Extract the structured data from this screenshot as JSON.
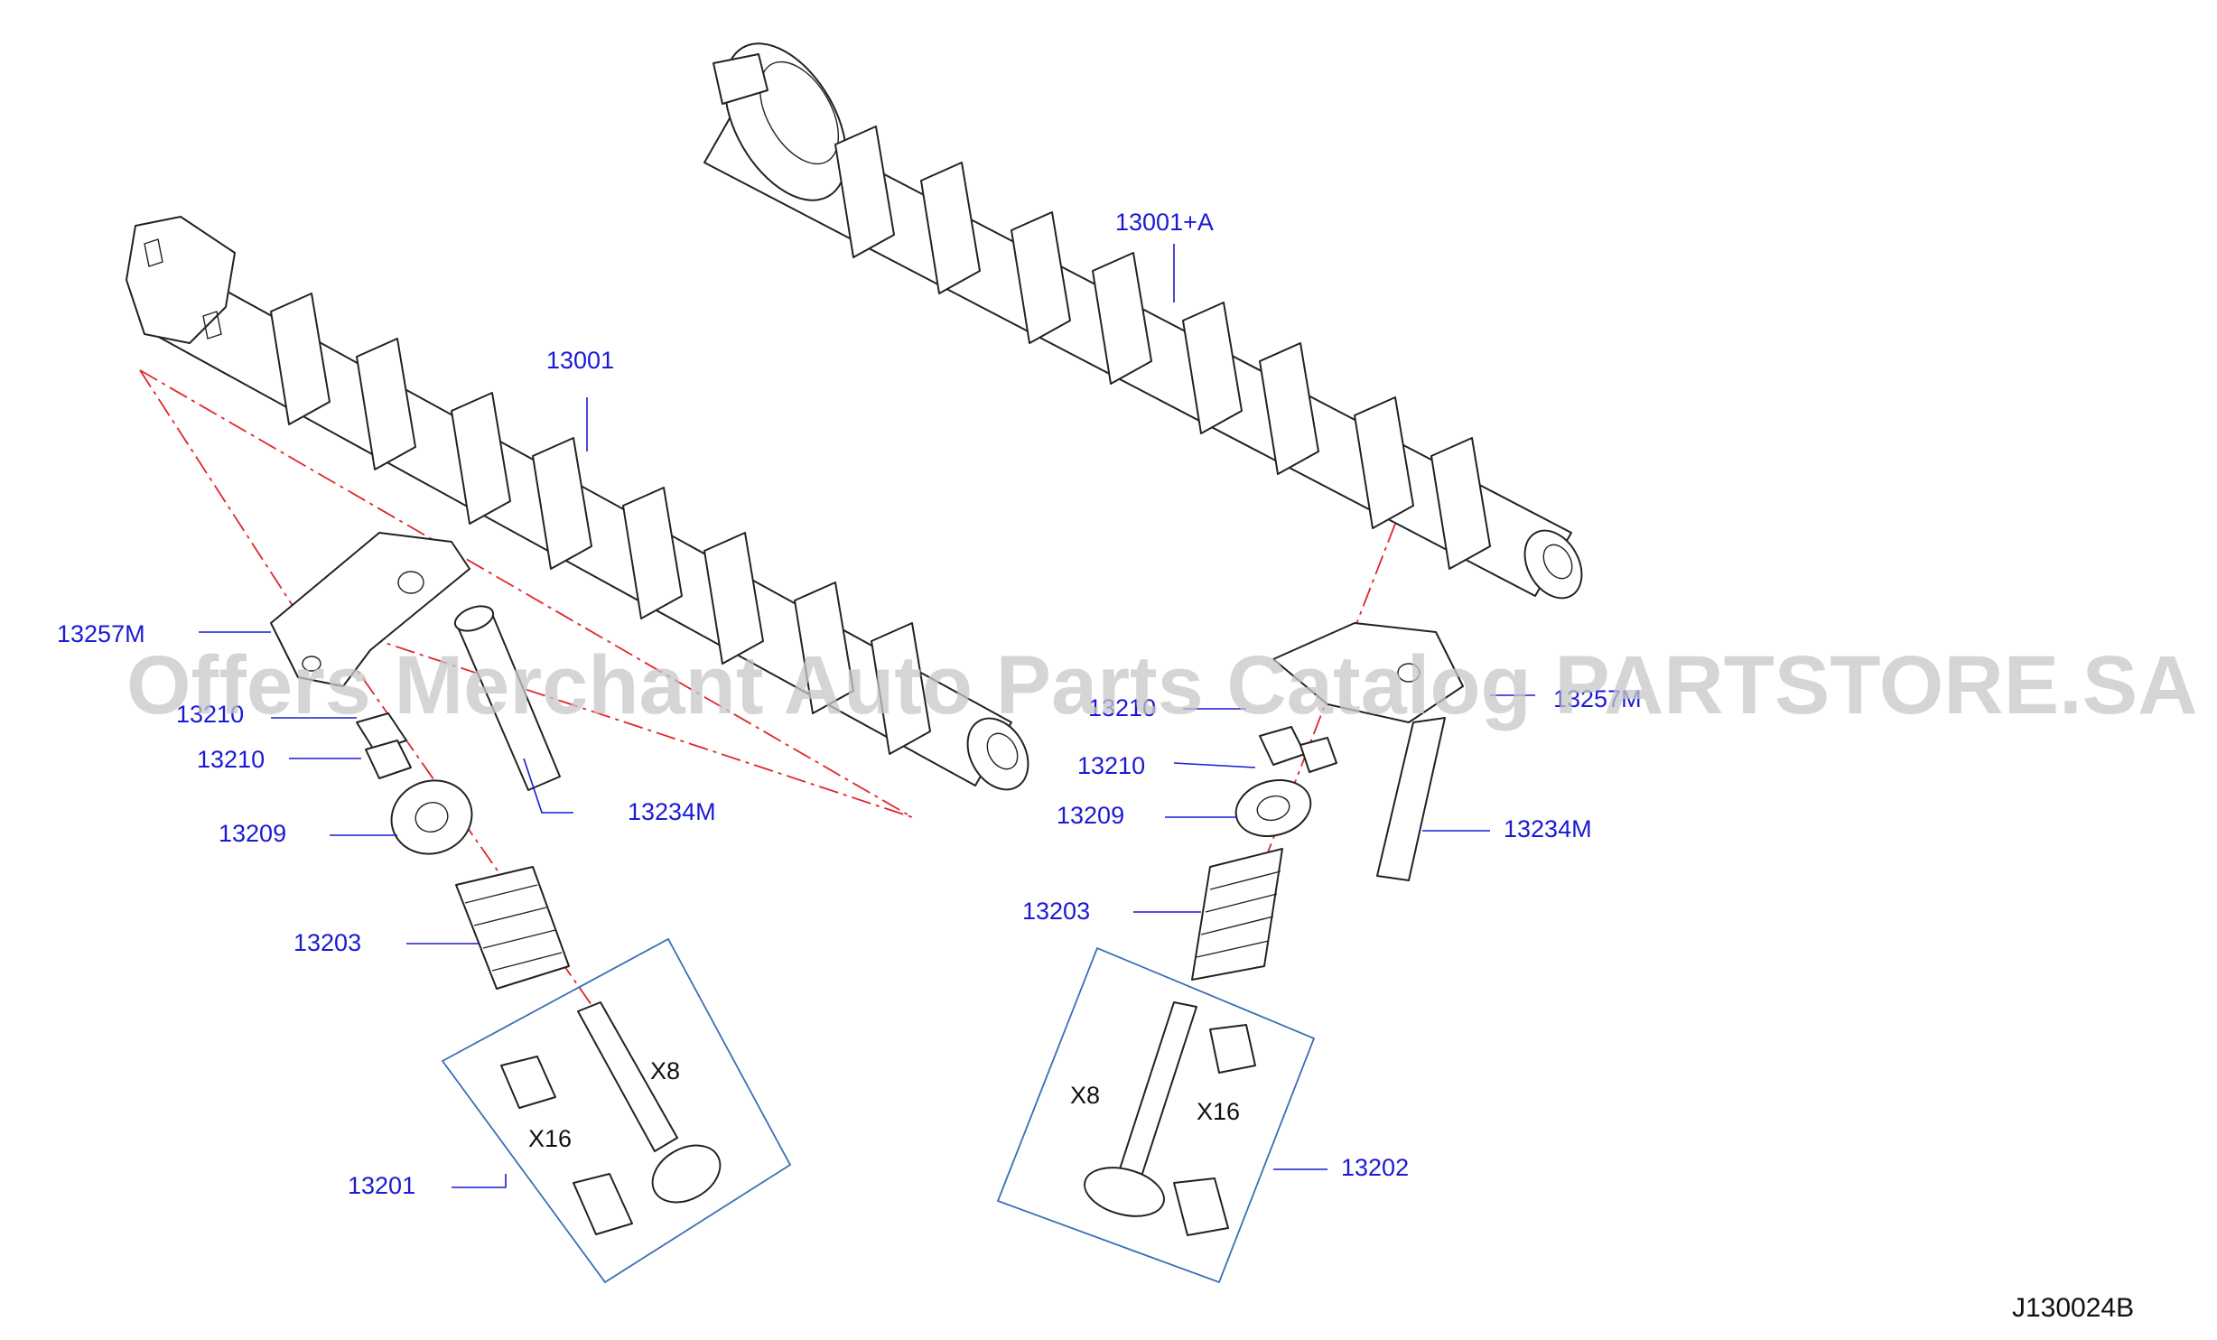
{
  "watermark": "Offers Merchant Auto Parts Catalog PARTSTORE.SA",
  "diagram_code": "J130024B",
  "parts": {
    "camshaft_rh": "13001+A",
    "camshaft_lh": "13001",
    "rocker_arm_left": "13257M",
    "collet_left_top": "13210",
    "collet_left": "13210",
    "lash_adjuster_left": "13234M",
    "retainer_left": "13209",
    "spring_left": "13203",
    "valve_kit_left": "13201",
    "rocker_arm_right": "13257M",
    "collet_right_top": "13210",
    "collet_right": "13210",
    "retainer_right": "13209",
    "lash_adjuster_right": "13234M",
    "spring_right": "13203",
    "valve_kit_right": "13202"
  },
  "quantities": {
    "left_valve": "X8",
    "left_collet": "X16",
    "right_valve": "X8",
    "right_collet": "X16"
  },
  "colors": {
    "label": "#1a1ad6",
    "centerline": "#e0262a",
    "kit_box": "#3a6fb5"
  }
}
